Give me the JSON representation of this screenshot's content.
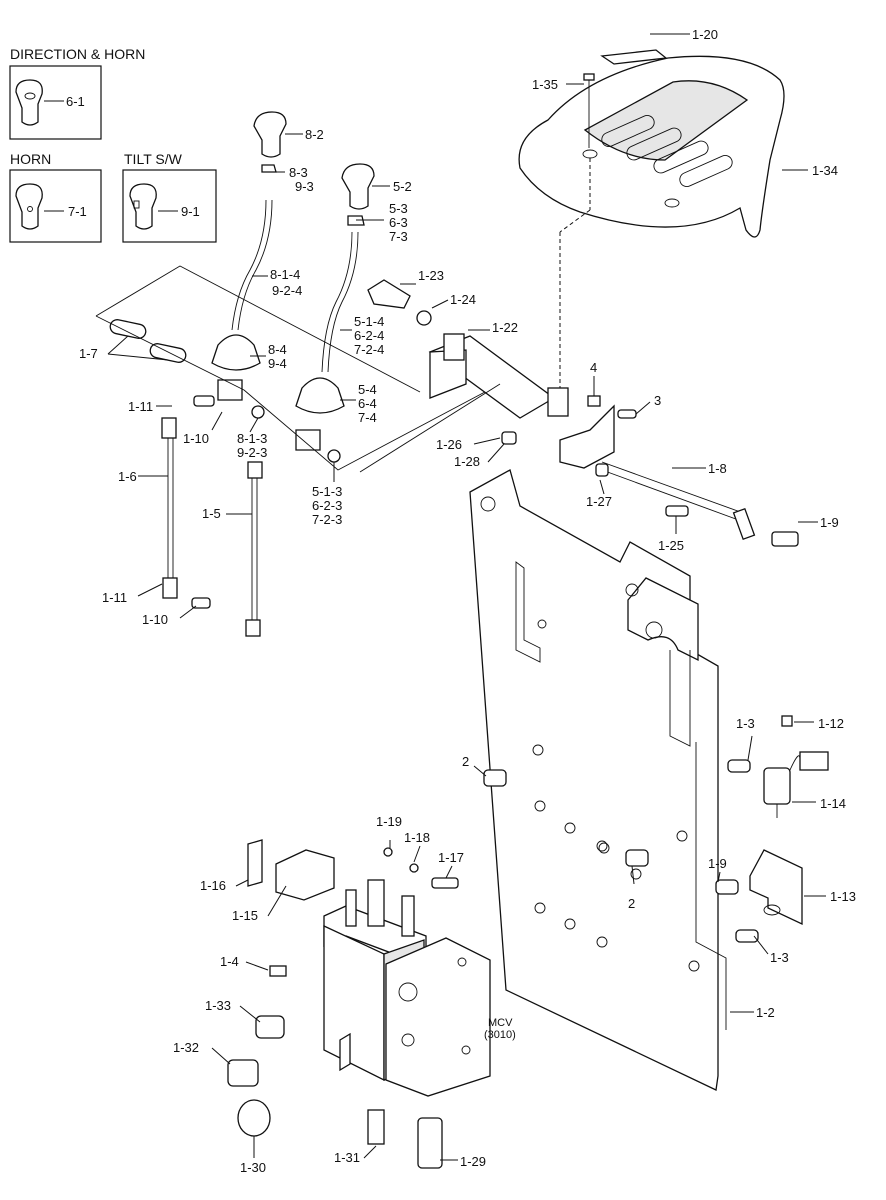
{
  "insets": {
    "direction_horn": {
      "title": "DIRECTION & HORN",
      "part": "6-1"
    },
    "horn": {
      "title": "HORN",
      "part": "7-1"
    },
    "tilt": {
      "title": "TILT S/W",
      "part": "9-1"
    }
  },
  "mcv_label": {
    "line1": "MCV",
    "line2": "(3010)"
  },
  "callouts": {
    "p1_20": "1-20",
    "p1_35": "1-35",
    "p1_34": "1-34",
    "p8_2": "8-2",
    "p8_3": "8-3",
    "p9_3": "9-3",
    "p5_2": "5-2",
    "p5_3": "5-3",
    "p6_3": "6-3",
    "p7_3": "7-3",
    "p8_1_4": "8-1-4",
    "p9_2_4": "9-2-4",
    "p1_23": "1-23",
    "p1_24": "1-24",
    "p1_22": "1-22",
    "p5_1_4": "5-1-4",
    "p6_2_4": "6-2-4",
    "p7_2_4": "7-2-4",
    "p1_7": "1-7",
    "p8_4": "8-4",
    "p9_4": "9-4",
    "p5_4": "5-4",
    "p6_4": "6-4",
    "p7_4": "7-4",
    "p4": "4",
    "p3": "3",
    "p1_11a": "1-11",
    "p1_10a": "1-10",
    "p8_1_3": "8-1-3",
    "p9_2_3": "9-2-3",
    "p1_26": "1-26",
    "p1_28": "1-28",
    "p1_8": "1-8",
    "p1_6": "1-6",
    "p1_5": "1-5",
    "p5_1_3": "5-1-3",
    "p6_2_3": "6-2-3",
    "p7_2_3": "7-2-3",
    "p1_27": "1-27",
    "p1_9a": "1-9",
    "p1_25": "1-25",
    "p1_11b": "1-11",
    "p1_10b": "1-10",
    "p1_3a": "1-3",
    "p1_12": "1-12",
    "p2a": "2",
    "p1_14": "1-14",
    "p1_19": "1-19",
    "p1_18": "1-18",
    "p1_17": "1-17",
    "p2b": "2",
    "p1_9b": "1-9",
    "p1_16": "1-16",
    "p1_13": "1-13",
    "p1_15": "1-15",
    "p1_4": "1-4",
    "p1_3b": "1-3",
    "p1_33": "1-33",
    "p1_2": "1-2",
    "p1_32": "1-32",
    "p1_31": "1-31",
    "p1_29": "1-29",
    "p1_30": "1-30"
  }
}
